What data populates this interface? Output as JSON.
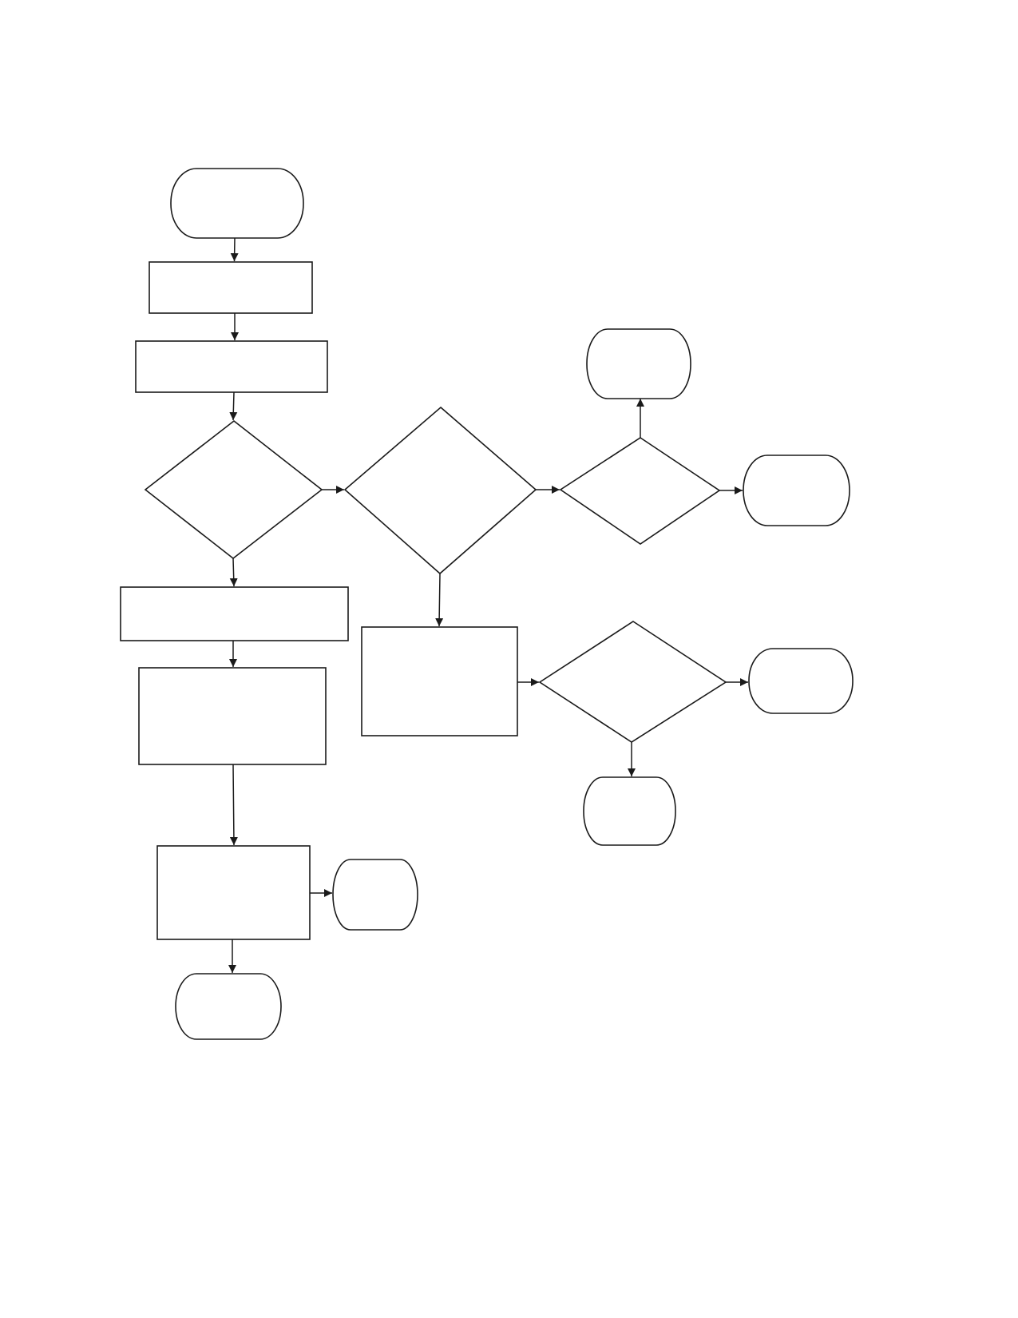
{
  "diagram": {
    "type": "flowchart",
    "stroke_color": "#1a1a1a",
    "background_color": "#ffffff",
    "nodes": [
      {
        "id": "start",
        "kind": "terminator",
        "text": ""
      },
      {
        "id": "process-1",
        "kind": "process",
        "text": ""
      },
      {
        "id": "process-2",
        "kind": "process",
        "text": ""
      },
      {
        "id": "decision-1",
        "kind": "decision",
        "text": ""
      },
      {
        "id": "decision-2",
        "kind": "decision",
        "text": ""
      },
      {
        "id": "decision-3",
        "kind": "decision",
        "text": ""
      },
      {
        "id": "terminator-top-right",
        "kind": "terminator",
        "text": ""
      },
      {
        "id": "terminator-right",
        "kind": "terminator",
        "text": ""
      },
      {
        "id": "process-3",
        "kind": "process",
        "text": ""
      },
      {
        "id": "process-4",
        "kind": "process",
        "text": ""
      },
      {
        "id": "process-5",
        "kind": "process",
        "text": ""
      },
      {
        "id": "decision-4",
        "kind": "decision",
        "text": ""
      },
      {
        "id": "terminator-mid-right",
        "kind": "terminator",
        "text": ""
      },
      {
        "id": "terminator-mid-bottom",
        "kind": "terminator",
        "text": ""
      },
      {
        "id": "process-6",
        "kind": "process",
        "text": ""
      },
      {
        "id": "terminator-side",
        "kind": "terminator",
        "text": ""
      },
      {
        "id": "terminator-end",
        "kind": "terminator",
        "text": ""
      }
    ],
    "edges": [
      {
        "from": "start",
        "to": "process-1"
      },
      {
        "from": "process-1",
        "to": "process-2"
      },
      {
        "from": "process-2",
        "to": "decision-1"
      },
      {
        "from": "decision-1",
        "to": "decision-2"
      },
      {
        "from": "decision-2",
        "to": "decision-3"
      },
      {
        "from": "decision-3",
        "to": "terminator-top-right"
      },
      {
        "from": "decision-3",
        "to": "terminator-right"
      },
      {
        "from": "decision-1",
        "to": "process-3"
      },
      {
        "from": "process-3",
        "to": "process-4"
      },
      {
        "from": "decision-2",
        "to": "process-5"
      },
      {
        "from": "process-5",
        "to": "decision-4"
      },
      {
        "from": "decision-4",
        "to": "terminator-mid-right"
      },
      {
        "from": "decision-4",
        "to": "terminator-mid-bottom"
      },
      {
        "from": "process-4",
        "to": "process-6"
      },
      {
        "from": "process-6",
        "to": "terminator-side"
      },
      {
        "from": "process-6",
        "to": "terminator-end"
      }
    ]
  }
}
